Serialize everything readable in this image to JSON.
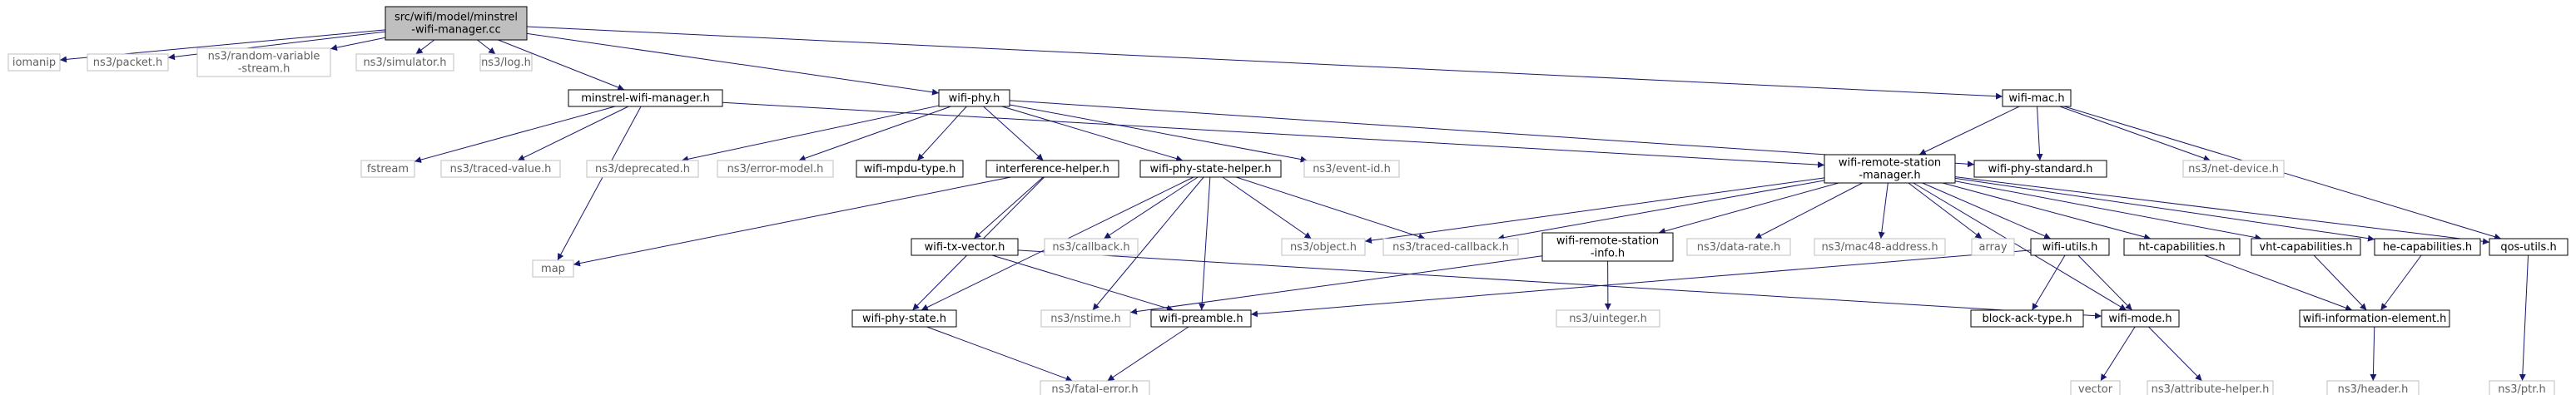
{
  "graph": {
    "nodes": [
      {
        "id": "root",
        "lines": [
          "src/wifi/model/minstrel",
          "-wifi-manager.cc"
        ],
        "style": "root"
      },
      {
        "id": "iomanip",
        "lines": [
          "iomanip"
        ],
        "style": "gray"
      },
      {
        "id": "packet",
        "lines": [
          "ns3/packet.h"
        ],
        "style": "gray"
      },
      {
        "id": "rng",
        "lines": [
          "ns3/random-variable",
          "-stream.h"
        ],
        "style": "gray"
      },
      {
        "id": "simulator",
        "lines": [
          "ns3/simulator.h"
        ],
        "style": "gray"
      },
      {
        "id": "log",
        "lines": [
          "ns3/log.h"
        ],
        "style": "gray"
      },
      {
        "id": "minstrel",
        "lines": [
          "minstrel-wifi-manager.h"
        ],
        "style": "black"
      },
      {
        "id": "wifiphy",
        "lines": [
          "wifi-phy.h"
        ],
        "style": "black"
      },
      {
        "id": "wifimac",
        "lines": [
          "wifi-mac.h"
        ],
        "style": "black"
      },
      {
        "id": "fstream",
        "lines": [
          "fstream"
        ],
        "style": "gray"
      },
      {
        "id": "tracedvalue",
        "lines": [
          "ns3/traced-value.h"
        ],
        "style": "gray"
      },
      {
        "id": "map",
        "lines": [
          "map"
        ],
        "style": "gray"
      },
      {
        "id": "deprecated",
        "lines": [
          "ns3/deprecated.h"
        ],
        "style": "gray"
      },
      {
        "id": "errormodel",
        "lines": [
          "ns3/error-model.h"
        ],
        "style": "gray"
      },
      {
        "id": "mpdutype",
        "lines": [
          "wifi-mpdu-type.h"
        ],
        "style": "black"
      },
      {
        "id": "interference",
        "lines": [
          "interference-helper.h"
        ],
        "style": "black"
      },
      {
        "id": "phystatehelper",
        "lines": [
          "wifi-phy-state-helper.h"
        ],
        "style": "black"
      },
      {
        "id": "eventid",
        "lines": [
          "ns3/event-id.h"
        ],
        "style": "gray"
      },
      {
        "id": "remotestation",
        "lines": [
          "wifi-remote-station",
          "-manager.h"
        ],
        "style": "black"
      },
      {
        "id": "phystandard",
        "lines": [
          "wifi-phy-standard.h"
        ],
        "style": "black"
      },
      {
        "id": "netdevice",
        "lines": [
          "ns3/net-device.h"
        ],
        "style": "gray"
      },
      {
        "id": "txvector",
        "lines": [
          "wifi-tx-vector.h"
        ],
        "style": "black"
      },
      {
        "id": "callback",
        "lines": [
          "ns3/callback.h"
        ],
        "style": "gray"
      },
      {
        "id": "object",
        "lines": [
          "ns3/object.h"
        ],
        "style": "gray"
      },
      {
        "id": "tracedcallback",
        "lines": [
          "ns3/traced-callback.h"
        ],
        "style": "gray"
      },
      {
        "id": "stationinfo",
        "lines": [
          "wifi-remote-station",
          "-info.h"
        ],
        "style": "black"
      },
      {
        "id": "datarate",
        "lines": [
          "ns3/data-rate.h"
        ],
        "style": "gray"
      },
      {
        "id": "mac48",
        "lines": [
          "ns3/mac48-address.h"
        ],
        "style": "gray"
      },
      {
        "id": "array",
        "lines": [
          "array"
        ],
        "style": "gray"
      },
      {
        "id": "wifiutils",
        "lines": [
          "wifi-utils.h"
        ],
        "style": "black"
      },
      {
        "id": "htcap",
        "lines": [
          "ht-capabilities.h"
        ],
        "style": "black"
      },
      {
        "id": "vhtcap",
        "lines": [
          "vht-capabilities.h"
        ],
        "style": "black"
      },
      {
        "id": "hecap",
        "lines": [
          "he-capabilities.h"
        ],
        "style": "black"
      },
      {
        "id": "qosutils",
        "lines": [
          "qos-utils.h"
        ],
        "style": "black"
      },
      {
        "id": "phystate",
        "lines": [
          "wifi-phy-state.h"
        ],
        "style": "black"
      },
      {
        "id": "nstime",
        "lines": [
          "ns3/nstime.h"
        ],
        "style": "gray"
      },
      {
        "id": "preamble",
        "lines": [
          "wifi-preamble.h"
        ],
        "style": "black"
      },
      {
        "id": "uinteger",
        "lines": [
          "ns3/uinteger.h"
        ],
        "style": "gray"
      },
      {
        "id": "blockack",
        "lines": [
          "block-ack-type.h"
        ],
        "style": "black"
      },
      {
        "id": "wifimode",
        "lines": [
          "wifi-mode.h"
        ],
        "style": "black"
      },
      {
        "id": "infoelement",
        "lines": [
          "wifi-information-element.h"
        ],
        "style": "black"
      },
      {
        "id": "ptr",
        "lines": [
          "ns3/ptr.h"
        ],
        "style": "gray"
      },
      {
        "id": "fatalerror",
        "lines": [
          "ns3/fatal-error.h"
        ],
        "style": "gray"
      },
      {
        "id": "vector",
        "lines": [
          "vector"
        ],
        "style": "gray"
      },
      {
        "id": "attrhelper",
        "lines": [
          "ns3/attribute-helper.h"
        ],
        "style": "gray"
      },
      {
        "id": "header",
        "lines": [
          "ns3/header.h"
        ],
        "style": "gray"
      }
    ],
    "edges": [
      [
        "root",
        "iomanip"
      ],
      [
        "root",
        "packet"
      ],
      [
        "root",
        "rng"
      ],
      [
        "root",
        "simulator"
      ],
      [
        "root",
        "log"
      ],
      [
        "root",
        "minstrel"
      ],
      [
        "root",
        "wifiphy"
      ],
      [
        "root",
        "wifimac"
      ],
      [
        "minstrel",
        "fstream"
      ],
      [
        "minstrel",
        "tracedvalue"
      ],
      [
        "minstrel",
        "map"
      ],
      [
        "minstrel",
        "remotestation"
      ],
      [
        "wifiphy",
        "deprecated"
      ],
      [
        "wifiphy",
        "errormodel"
      ],
      [
        "wifiphy",
        "mpdutype"
      ],
      [
        "wifiphy",
        "interference"
      ],
      [
        "wifiphy",
        "phystatehelper"
      ],
      [
        "wifiphy",
        "eventid"
      ],
      [
        "wifiphy",
        "phystandard"
      ],
      [
        "wifimac",
        "remotestation"
      ],
      [
        "wifimac",
        "phystandard"
      ],
      [
        "wifimac",
        "netdevice"
      ],
      [
        "wifimac",
        "qosutils"
      ],
      [
        "interference",
        "map"
      ],
      [
        "interference",
        "txvector"
      ],
      [
        "interference",
        "phystate"
      ],
      [
        "phystatehelper",
        "callback"
      ],
      [
        "phystatehelper",
        "object"
      ],
      [
        "phystatehelper",
        "tracedcallback"
      ],
      [
        "phystatehelper",
        "nstime"
      ],
      [
        "phystatehelper",
        "preamble"
      ],
      [
        "phystatehelper",
        "phystate"
      ],
      [
        "remotestation",
        "object"
      ],
      [
        "remotestation",
        "tracedcallback"
      ],
      [
        "remotestation",
        "stationinfo"
      ],
      [
        "remotestation",
        "datarate"
      ],
      [
        "remotestation",
        "mac48"
      ],
      [
        "remotestation",
        "array"
      ],
      [
        "remotestation",
        "wifiutils"
      ],
      [
        "remotestation",
        "htcap"
      ],
      [
        "remotestation",
        "vhtcap"
      ],
      [
        "remotestation",
        "hecap"
      ],
      [
        "remotestation",
        "qosutils"
      ],
      [
        "remotestation",
        "wifimode"
      ],
      [
        "txvector",
        "preamble"
      ],
      [
        "txvector",
        "wifimode"
      ],
      [
        "stationinfo",
        "nstime"
      ],
      [
        "stationinfo",
        "uinteger"
      ],
      [
        "wifiutils",
        "preamble"
      ],
      [
        "wifiutils",
        "blockack"
      ],
      [
        "wifiutils",
        "wifimode"
      ],
      [
        "htcap",
        "infoelement"
      ],
      [
        "vhtcap",
        "infoelement"
      ],
      [
        "hecap",
        "infoelement"
      ],
      [
        "qosutils",
        "ptr"
      ],
      [
        "phystate",
        "fatalerror"
      ],
      [
        "preamble",
        "fatalerror"
      ],
      [
        "wifimode",
        "vector"
      ],
      [
        "wifimode",
        "attrhelper"
      ],
      [
        "infoelement",
        "header"
      ]
    ]
  },
  "colors": {
    "edge": "#191970",
    "root_fill": "#bfbfbf",
    "black_border": "#000000",
    "gray_border": "#bfbfbf",
    "gray_text": "#606060",
    "black_text": "#000000"
  }
}
